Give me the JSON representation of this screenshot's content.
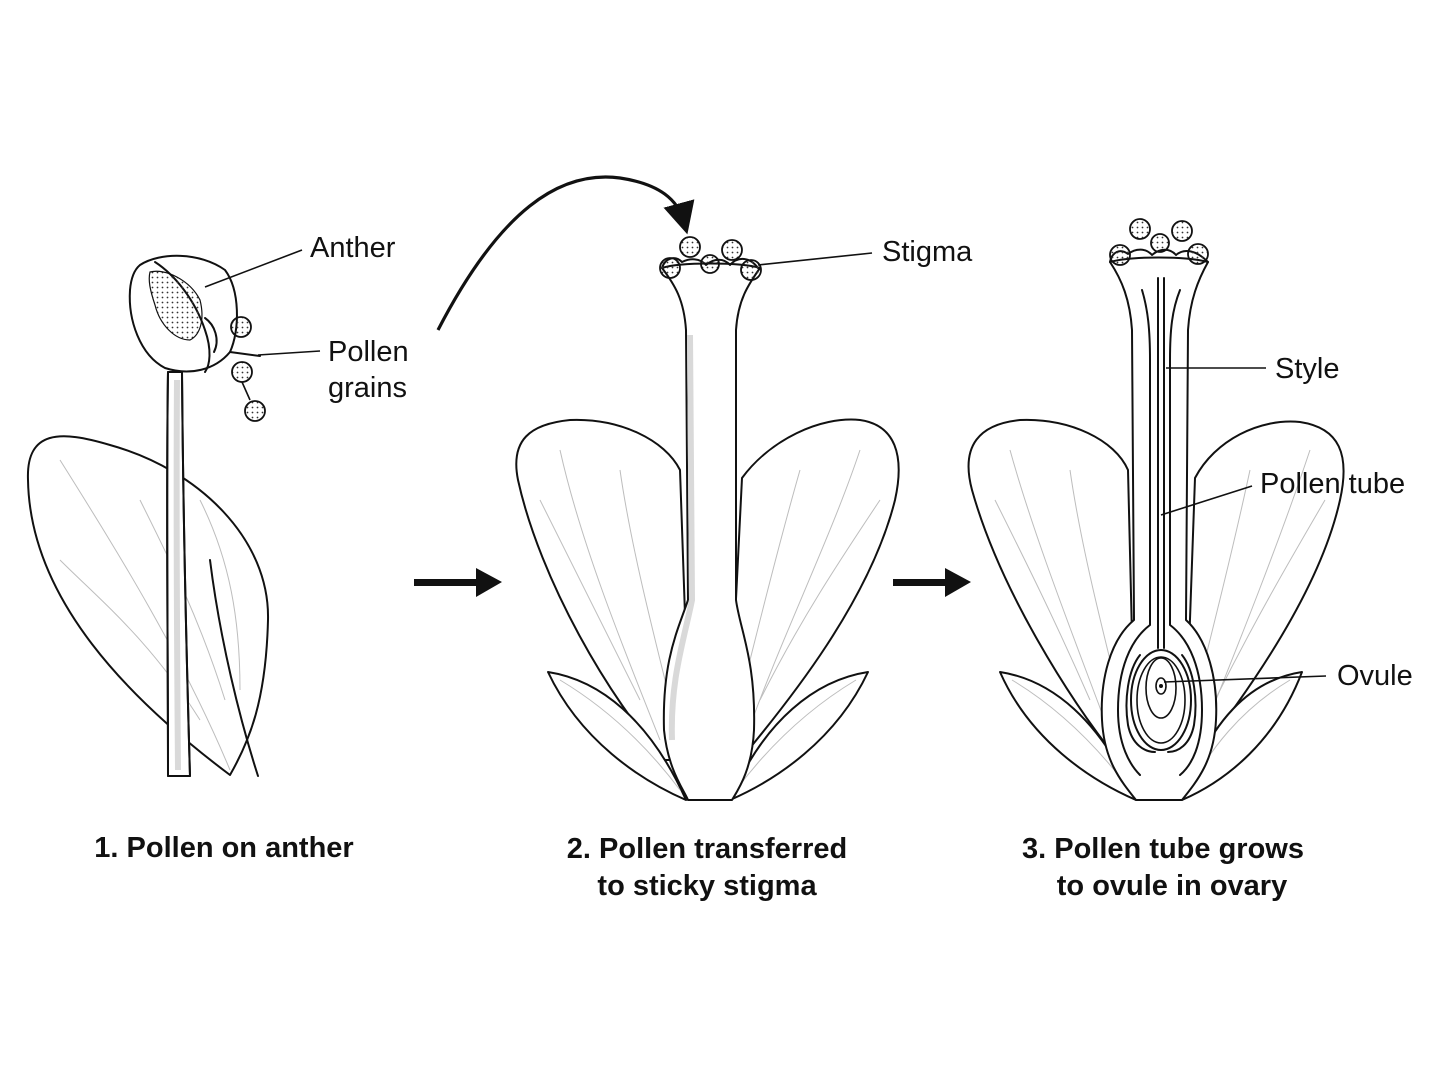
{
  "labels": {
    "anther": "Anther",
    "pollen_grains_line1": "Pollen",
    "pollen_grains_line2": "grains",
    "stigma": "Stigma",
    "style": "Style",
    "pollen_tube": "Pollen tube",
    "ovule": "Ovule"
  },
  "captions": {
    "step1": "1. Pollen on anther",
    "step2_line1": "2. Pollen transferred",
    "step2_line2": "to sticky stigma",
    "step3_line1": "3. Pollen tube grows",
    "step3_line2": "to ovule in ovary"
  },
  "colors": {
    "ink": "#111111",
    "background": "#ffffff"
  }
}
